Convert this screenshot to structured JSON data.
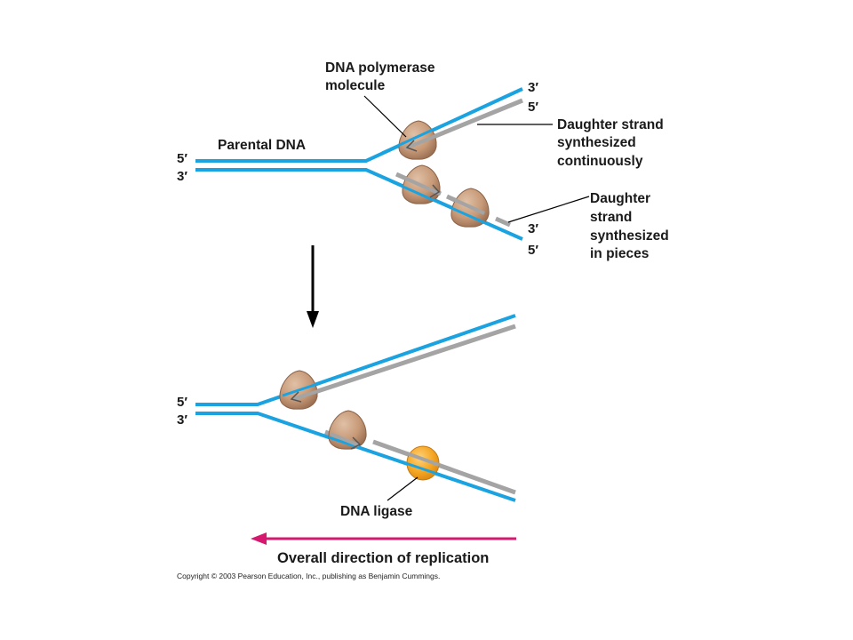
{
  "labels": {
    "polymerase_line1": "DNA polymerase",
    "polymerase_line2": "molecule",
    "parental": "Parental DNA",
    "continuous_line1": "Daughter strand",
    "continuous_line2": "synthesized",
    "continuous_line3": "continuously",
    "pieces_line1": "Daughter",
    "pieces_line2": "strand",
    "pieces_line3": "synthesized",
    "pieces_line4": "in pieces",
    "ligase": "DNA ligase",
    "direction": "Overall direction of replication",
    "copyright": "Copyright © 2003 Pearson Education, Inc., publishing as Benjamin Cummings."
  },
  "strand_ends": {
    "top_left_upper": "5′",
    "top_left_lower": "3′",
    "top_right_upper": "3′",
    "top_right_lower": "5′",
    "top_lag_upper": "3′",
    "top_lag_lower": "5′",
    "bottom_left_upper": "5′",
    "bottom_left_lower": "3′"
  },
  "colors": {
    "parental_strand": "#1aa3e0",
    "daughter_strand": "#a4a4a4",
    "polymerase": "#c79a78",
    "ligase": "#f5a623",
    "direction_arrow": "#d6186f"
  }
}
